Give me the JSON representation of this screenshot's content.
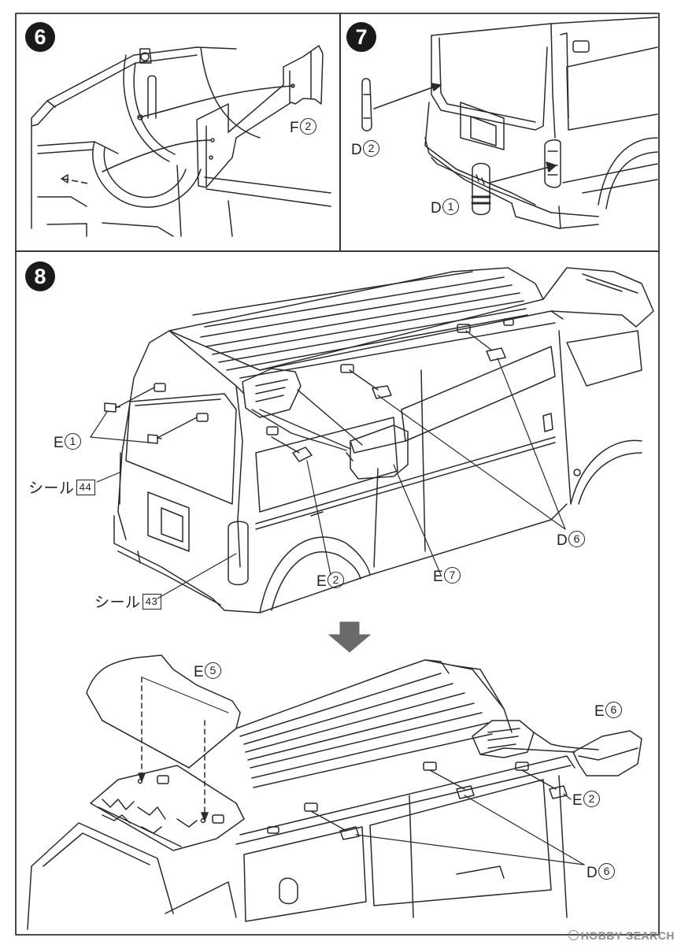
{
  "steps": {
    "s6": {
      "number": "6",
      "labels": [
        {
          "letter": "F",
          "num": "2"
        }
      ]
    },
    "s7": {
      "number": "7",
      "labels": [
        {
          "letter": "D",
          "num": "2"
        },
        {
          "letter": "D",
          "num": "1"
        }
      ]
    },
    "s8": {
      "number": "8",
      "labels": [
        {
          "letter": "E",
          "num": "1"
        },
        {
          "letter": "E",
          "num": "2"
        },
        {
          "letter": "E",
          "num": "7"
        },
        {
          "letter": "D",
          "num": "6"
        }
      ],
      "seals": [
        {
          "text": "シール",
          "num": "44"
        },
        {
          "text": "シール",
          "num": "43"
        }
      ],
      "lower_labels": [
        {
          "letter": "E",
          "num": "5"
        },
        {
          "letter": "E",
          "num": "6"
        },
        {
          "letter": "E",
          "num": "2"
        },
        {
          "letter": "D",
          "num": "6"
        }
      ]
    }
  },
  "watermark": "HOBBY SEARCH"
}
